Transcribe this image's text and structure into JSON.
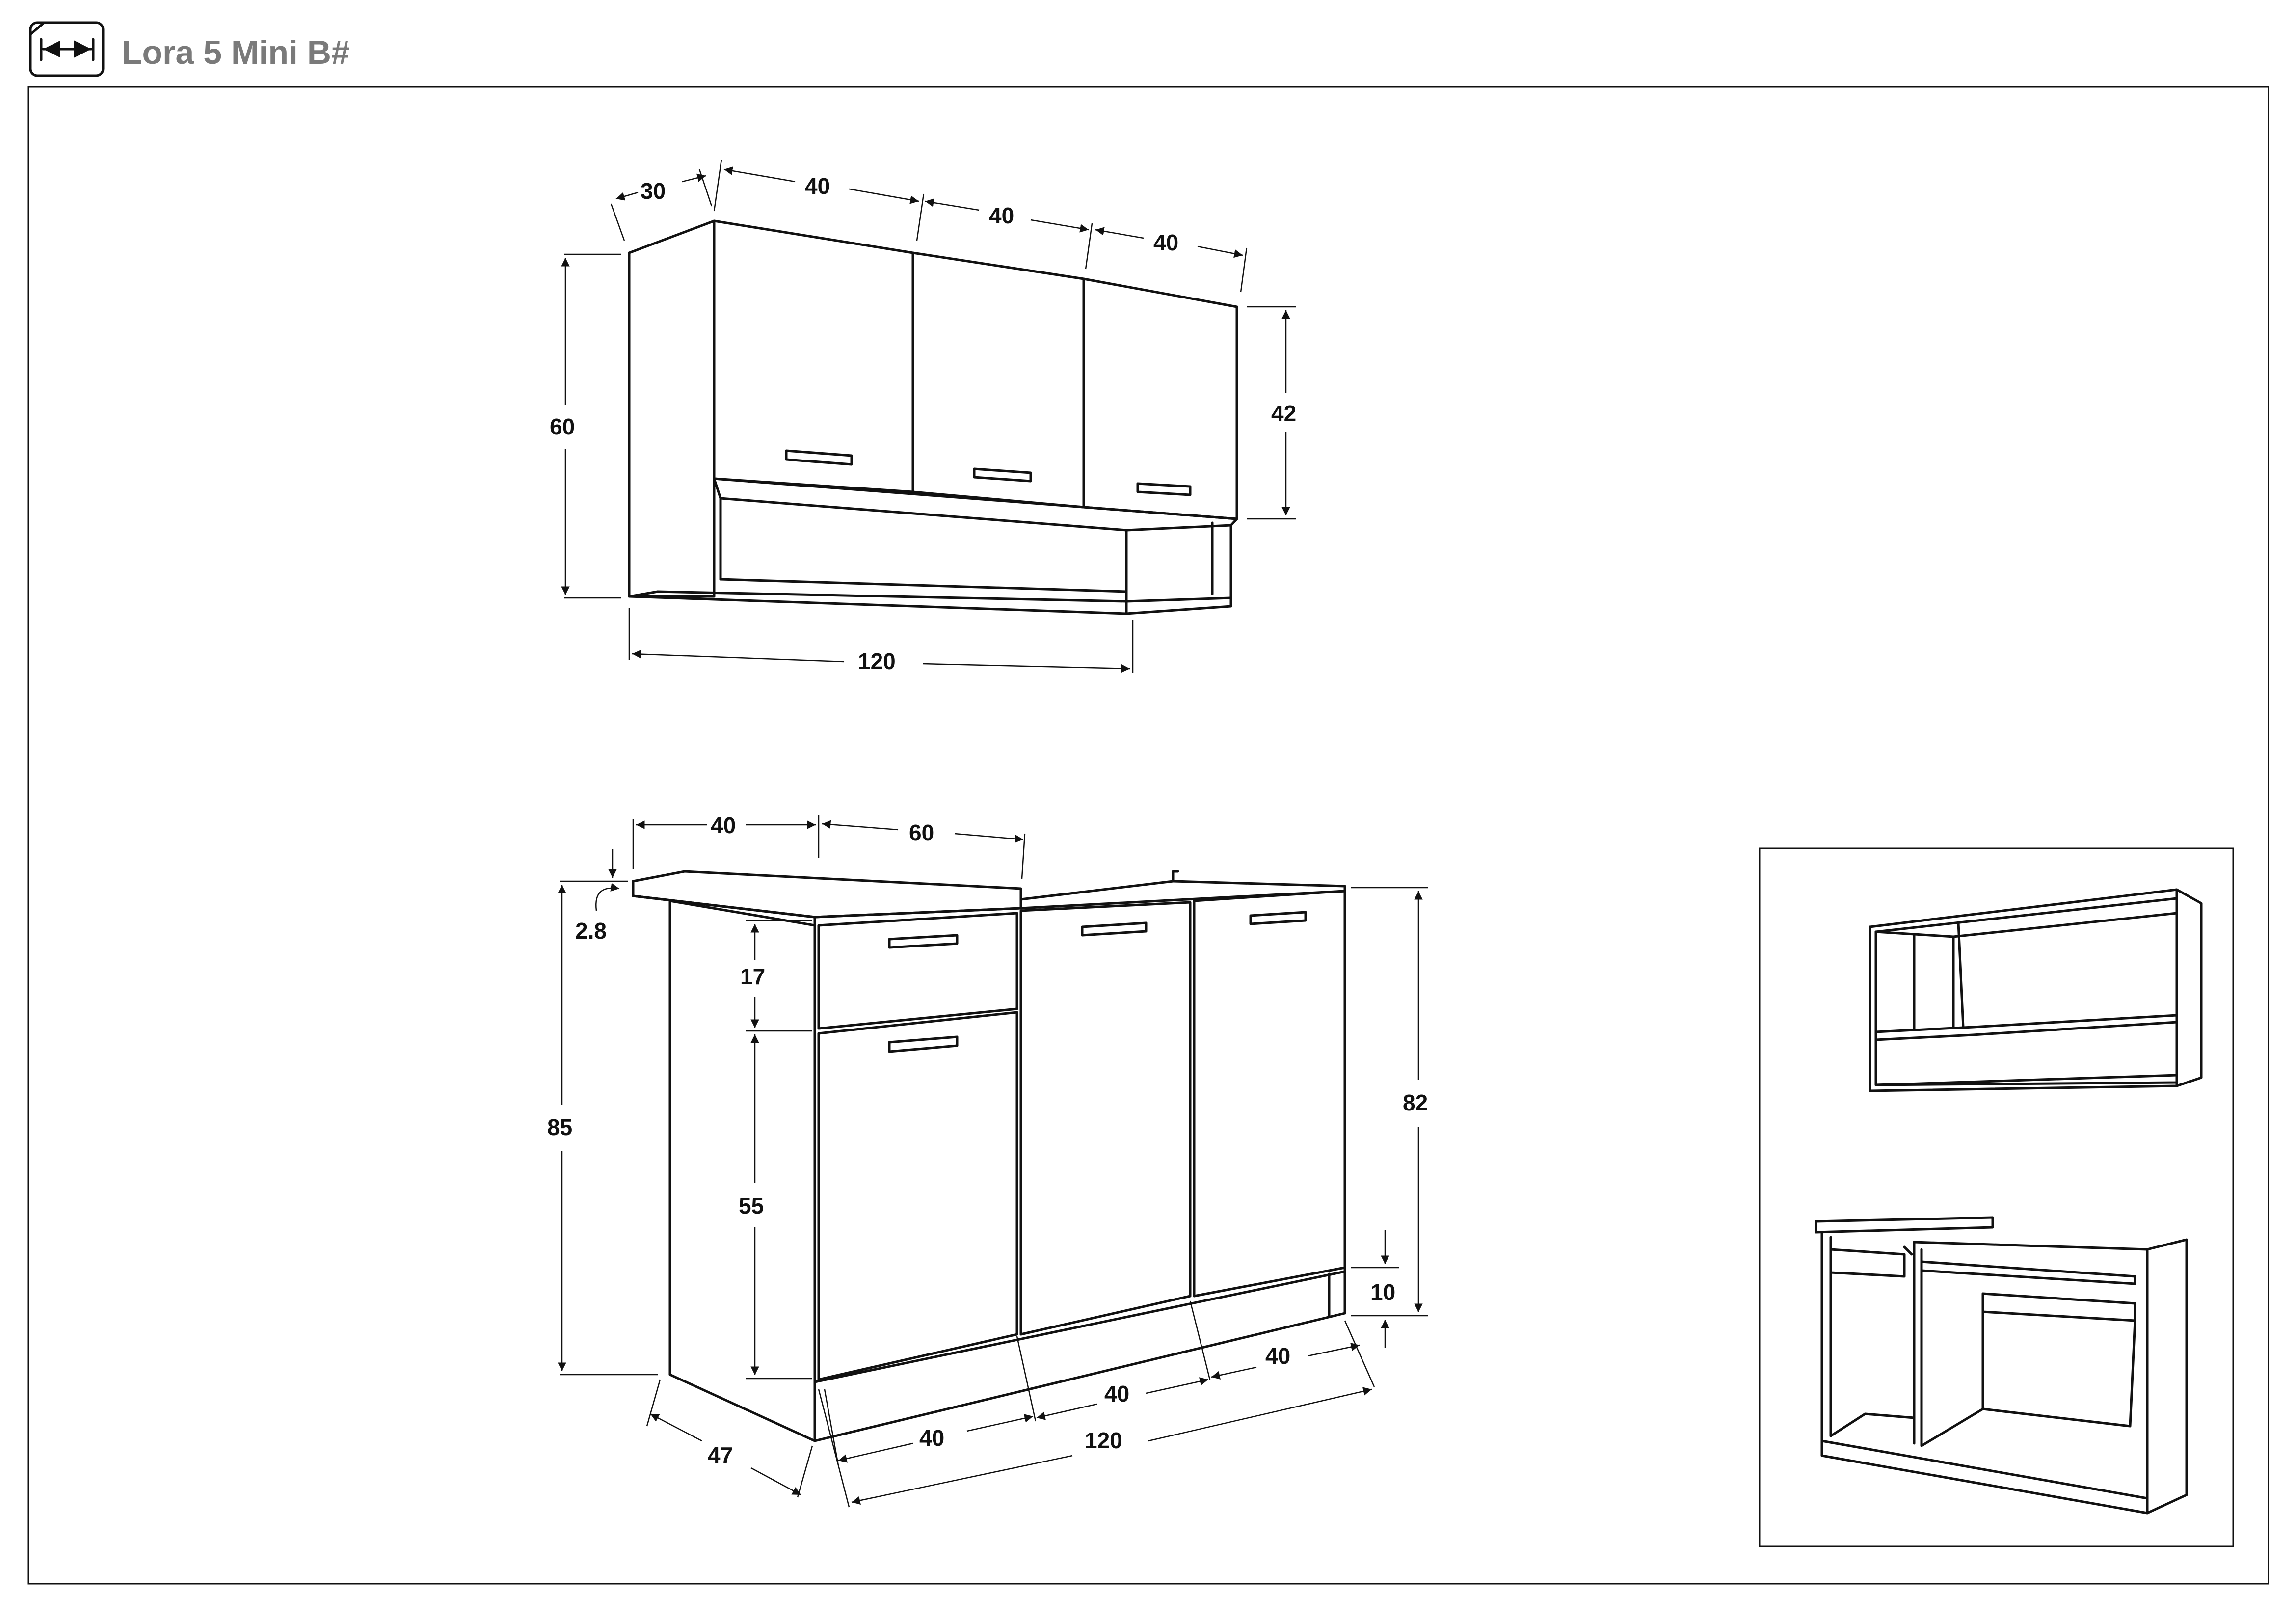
{
  "header": {
    "title": "Lora 5 Mini B#",
    "icon": "dimension-arrow-icon"
  },
  "wall_unit": {
    "depth": "30",
    "door_width_1": "40",
    "door_width_2": "40",
    "door_width_3": "40",
    "height": "60",
    "door_height": "42",
    "total_width": "120"
  },
  "base_unit": {
    "drawer_width": "40",
    "sink_width": "60",
    "worktop_thickness": "2.8",
    "drawer_height": "17",
    "door_height": "55",
    "height_total": "85",
    "height_body": "82",
    "plinth_height": "10",
    "depth": "47",
    "door_width_1": "40",
    "door_width_2": "40",
    "door_width_3": "40",
    "total_width": "120"
  },
  "preview": {
    "icon": "open-cabinets-preview-icon"
  }
}
